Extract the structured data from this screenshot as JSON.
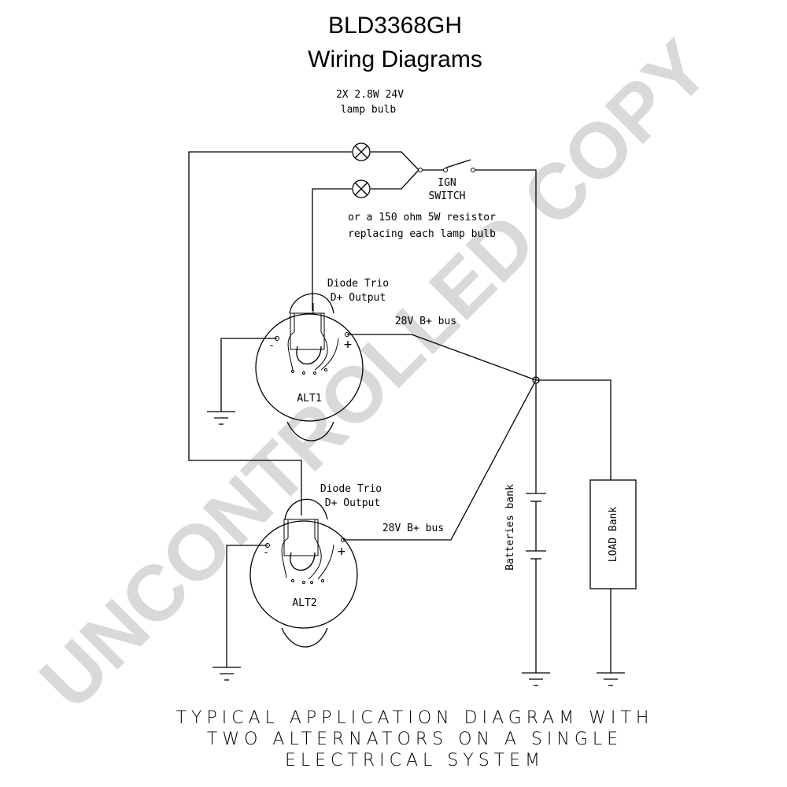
{
  "header": {
    "model": "BLD3368GH",
    "subtitle": "Wiring Diagrams"
  },
  "watermark": "UNCONTROLLED COPY",
  "labels": {
    "lamp_line1": "2X 2.8W 24V",
    "lamp_line2": "lamp bulb",
    "ign_line1": "IGN",
    "ign_line2": "SWITCH",
    "resistor_line1": "or a 150 ohm 5W resistor",
    "resistor_line2": "replacing each lamp bulb",
    "diode_trio": "Diode Trio",
    "d_plus_output": "D+  Output",
    "bus_28v": "28V B+ bus",
    "alt1": "ALT1",
    "alt2": "ALT2",
    "minus": "-",
    "plus": "+",
    "batteries_bank": "Batteries bank",
    "load_bank": "LOAD Bank"
  },
  "caption": {
    "line1": "TYPICAL APPLICATION DIAGRAM WITH",
    "line2": "TWO ALTERNATORS ON A SINGLE",
    "line3": "ELECTRICAL SYSTEM"
  }
}
